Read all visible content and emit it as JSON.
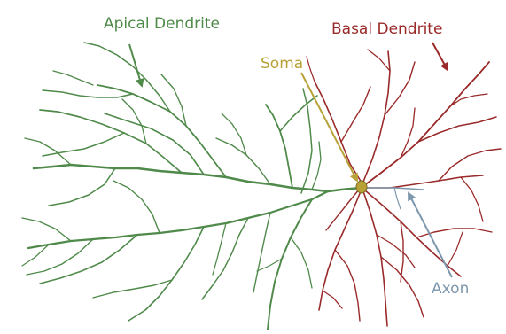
{
  "labels": {
    "apical": "Apical Dendrite",
    "basal": "Basal Dendrite",
    "soma": "Soma",
    "axon": "Axon"
  },
  "colors": {
    "apical": "#4f8a4a",
    "basal": "#9a2a2a",
    "soma": "#b8a238",
    "axon": "#7d97ad",
    "background": "#ffffff"
  }
}
